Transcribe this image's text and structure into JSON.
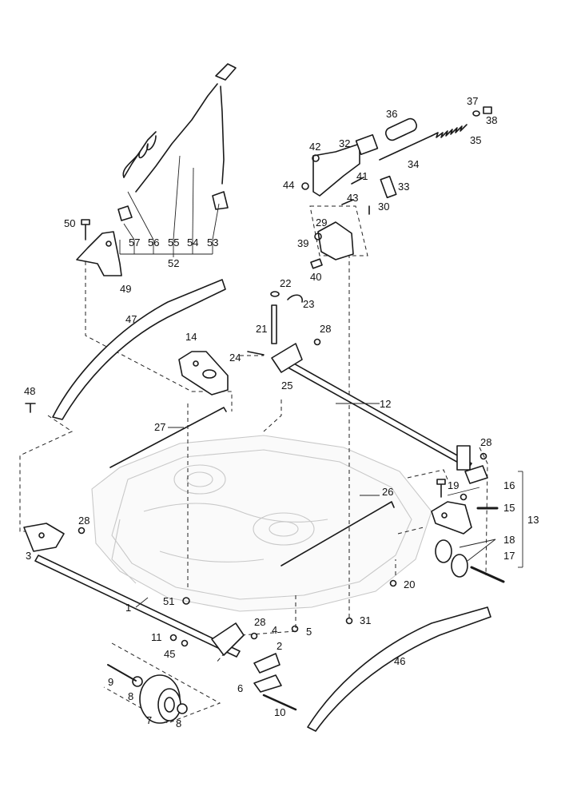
{
  "callouts": {
    "c1": "1",
    "c2": "2",
    "c3": "3",
    "c4": "4",
    "c5": "5",
    "c6": "6",
    "c7": "7",
    "c8a": "8",
    "c8b": "8",
    "c9": "9",
    "c10": "10",
    "c11": "11",
    "c12": "12",
    "c13": "13",
    "c14": "14",
    "c15": "15",
    "c16": "16",
    "c17": "17",
    "c18": "18",
    "c19": "19",
    "c20": "20",
    "c21": "21",
    "c22": "22",
    "c23": "23",
    "c24": "24",
    "c25": "25",
    "c26": "26",
    "c27": "27",
    "c28a": "28",
    "c28b": "28",
    "c28c": "28",
    "c28d": "28",
    "c29": "29",
    "c30": "30",
    "c31": "31",
    "c32": "32",
    "c33": "33",
    "c34": "34",
    "c35": "35",
    "c36": "36",
    "c37": "37",
    "c38": "38",
    "c39": "39",
    "c40": "40",
    "c41": "41",
    "c42": "42",
    "c43": "43",
    "c44": "44",
    "c45": "45",
    "c46": "46",
    "c47": "47",
    "c48": "48",
    "c49": "49",
    "c50": "50",
    "c51": "51",
    "c52": "52",
    "c53": "53",
    "c54": "54",
    "c55": "55",
    "c56": "56",
    "c57": "57"
  }
}
